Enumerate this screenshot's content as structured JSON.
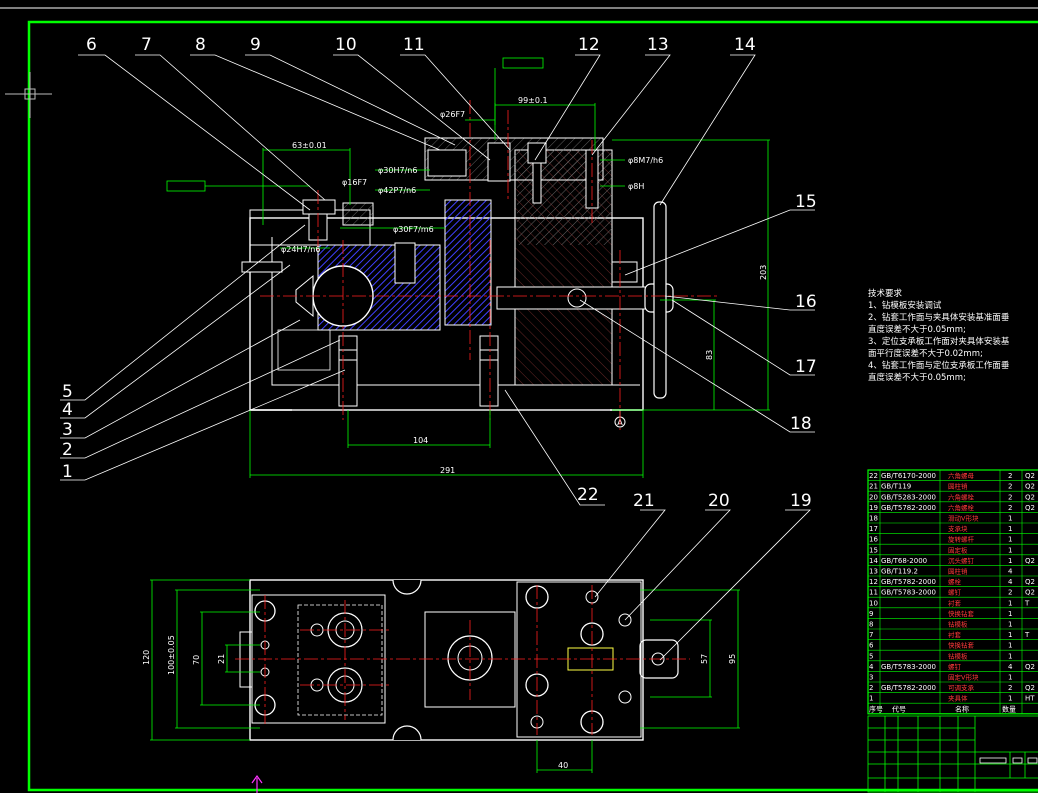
{
  "colors": {
    "background": "#000000",
    "frame": "#00ff00",
    "outline": "#ffffff",
    "center_line": "#ff2020",
    "hatch": "#4040ff",
    "hatch_alt": "#808080",
    "dimension": "#00ff00",
    "leader": "#ffffff"
  },
  "balloons": [
    {
      "label": "6"
    },
    {
      "label": "7"
    },
    {
      "label": "8"
    },
    {
      "label": "9"
    },
    {
      "label": "10"
    },
    {
      "label": "11"
    },
    {
      "label": "12"
    },
    {
      "label": "13"
    },
    {
      "label": "14"
    },
    {
      "label": "15"
    },
    {
      "label": "16"
    },
    {
      "label": "17"
    },
    {
      "label": "18"
    },
    {
      "label": "5"
    },
    {
      "label": "4"
    },
    {
      "label": "3"
    },
    {
      "label": "2"
    },
    {
      "label": "1"
    },
    {
      "label": "22"
    },
    {
      "label": "21"
    },
    {
      "label": "20"
    },
    {
      "label": "19"
    }
  ],
  "dimensions": {
    "d_99": "99±0.1",
    "d_phi26": "φ26F7",
    "d_phi30": "φ30H7/n6",
    "d_phi42": "φ42P7/n6",
    "d_63": "63±0.01",
    "d_phi16": "φ16F7",
    "d_phi30f": "φ30F7/m6",
    "d_phi24": "φ24H7/n6",
    "d_phi8m7": "φ8M7/h6",
    "d_phi8h": "φ8H",
    "d_203": "203",
    "d_83": "83",
    "d_104": "104",
    "d_291": "291",
    "d_120": "120",
    "d_100": "100±0.05",
    "d_70": "70",
    "d_21": "21",
    "d_57": "57",
    "d_95": "95",
    "d_40": "40",
    "datum_a": "A"
  },
  "notes": {
    "title": "技术要求",
    "lines": [
      "1、钻模板安装调试",
      "2、钻套工作面与夹具体安装基准面垂",
      "直度误差不大于0.05mm;",
      "3、定位支承板工作面对夹具体安装基",
      "面平行度误差不大于0.02mm;",
      "4、钻套工作面与定位支承板工作面垂",
      "直度误差不大于0.05mm;"
    ]
  },
  "parts_list": [
    {
      "no": "22",
      "code": "GB/T6170-2000",
      "name": "六角螺母",
      "qty": "2",
      "mat": "Q2"
    },
    {
      "no": "21",
      "code": "GB/T119",
      "name": "圆柱销",
      "qty": "2",
      "mat": "Q2"
    },
    {
      "no": "20",
      "code": "GB/T5283-2000",
      "name": "六角螺栓",
      "qty": "2",
      "mat": "Q2"
    },
    {
      "no": "19",
      "code": "GB/T5782-2000",
      "name": "六角螺栓",
      "qty": "2",
      "mat": "Q2"
    },
    {
      "no": "18",
      "code": "",
      "name": "滑动V形块",
      "qty": "1",
      "mat": ""
    },
    {
      "no": "17",
      "code": "",
      "name": "支承块",
      "qty": "1",
      "mat": ""
    },
    {
      "no": "16",
      "code": "",
      "name": "旋转螺杆",
      "qty": "1",
      "mat": ""
    },
    {
      "no": "15",
      "code": "",
      "name": "固定板",
      "qty": "1",
      "mat": ""
    },
    {
      "no": "14",
      "code": "GB/T68-2000",
      "name": "沉头螺钉",
      "qty": "1",
      "mat": "Q2"
    },
    {
      "no": "13",
      "code": "GB/T119.2",
      "name": "圆柱销",
      "qty": "4",
      "mat": ""
    },
    {
      "no": "12",
      "code": "GB/T5782-2000",
      "name": "螺栓",
      "qty": "4",
      "mat": "Q2"
    },
    {
      "no": "11",
      "code": "GB/T5783-2000",
      "name": "螺钉",
      "qty": "2",
      "mat": "Q2"
    },
    {
      "no": "10",
      "code": "",
      "name": "衬套",
      "qty": "1",
      "mat": "T"
    },
    {
      "no": "9",
      "code": "",
      "name": "快换钻套",
      "qty": "1",
      "mat": ""
    },
    {
      "no": "8",
      "code": "",
      "name": "钻模板",
      "qty": "1",
      "mat": ""
    },
    {
      "no": "7",
      "code": "",
      "name": "衬套",
      "qty": "1",
      "mat": "T"
    },
    {
      "no": "6",
      "code": "",
      "name": "快换钻套",
      "qty": "1",
      "mat": ""
    },
    {
      "no": "5",
      "code": "",
      "name": "钻模板",
      "qty": "1",
      "mat": ""
    },
    {
      "no": "4",
      "code": "GB/T5783-2000",
      "name": "螺钉",
      "qty": "4",
      "mat": "Q2"
    },
    {
      "no": "3",
      "code": "",
      "name": "固定V形块",
      "qty": "1",
      "mat": ""
    },
    {
      "no": "2",
      "code": "GB/T5782-2000",
      "name": "可调支承",
      "qty": "2",
      "mat": "Q2"
    },
    {
      "no": "1",
      "code": "",
      "name": "夹具体",
      "qty": "1",
      "mat": "HT"
    }
  ],
  "parts_header": {
    "no": "序号",
    "code": "代号",
    "name": "名称",
    "qty": "数量"
  }
}
